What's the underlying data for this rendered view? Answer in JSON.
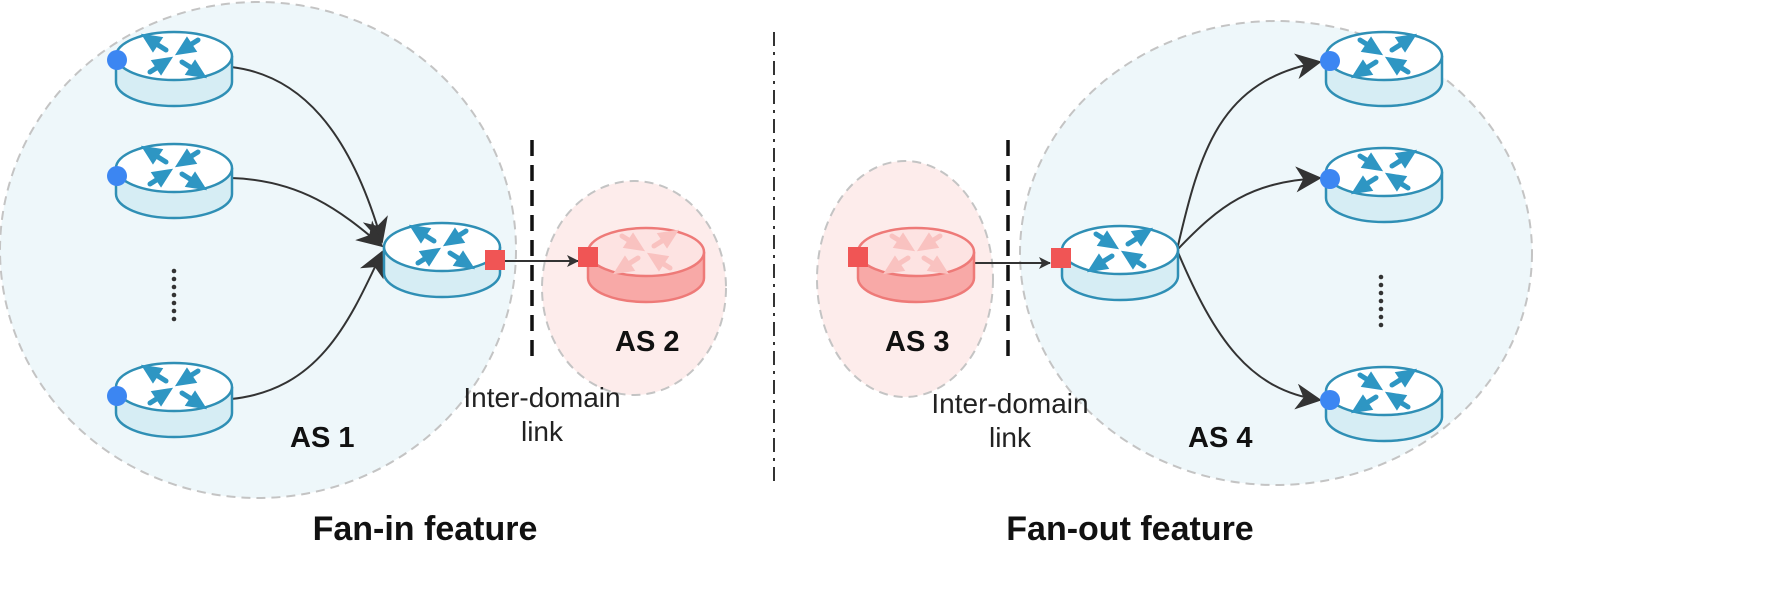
{
  "colors": {
    "as_blue_fill": "#eef7fa",
    "as_red_fill": "#fdeceb",
    "domain_border": "#c4c4c4",
    "router_blue_body": "#d6edf4",
    "router_blue_stroke": "#2f8fb5",
    "router_blue_arrows": "#2e96c3",
    "router_red_body": "#f8a9a7",
    "router_red_stroke": "#ee7a78",
    "router_red_arrows": "#fbd3d2",
    "port_blue": "#3c86f2",
    "port_red": "#f05555",
    "edge": "#333333"
  },
  "left_panel": {
    "as_internal_label": "AS 1",
    "as_external_label": "AS 2",
    "link_label_line1": "Inter-domain",
    "link_label_line2": "link",
    "feature_label": "Fan-in feature"
  },
  "right_panel": {
    "as_external_label": "AS 3",
    "as_internal_label": "AS 4",
    "link_label_line1": "Inter-domain",
    "link_label_line2": "link",
    "feature_label": "Fan-out feature"
  }
}
